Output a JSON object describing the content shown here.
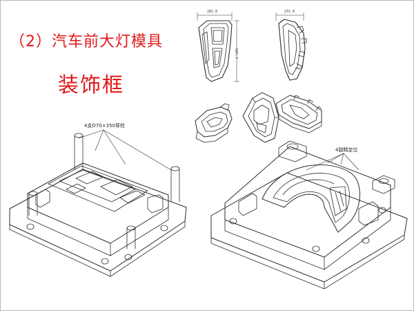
{
  "slide": {
    "heading": "（2）汽车前大灯模具",
    "subheading": "装饰框"
  },
  "callouts": {
    "guide_pillars": "4支D70×350导柱",
    "precision_locators": "4副精定位"
  },
  "dimensions": {
    "front_width": "282.8",
    "front_height": "507.7",
    "side_width": "231.0"
  },
  "colors": {
    "heading": "#e0191b",
    "line_art": "#2a2a2a"
  }
}
